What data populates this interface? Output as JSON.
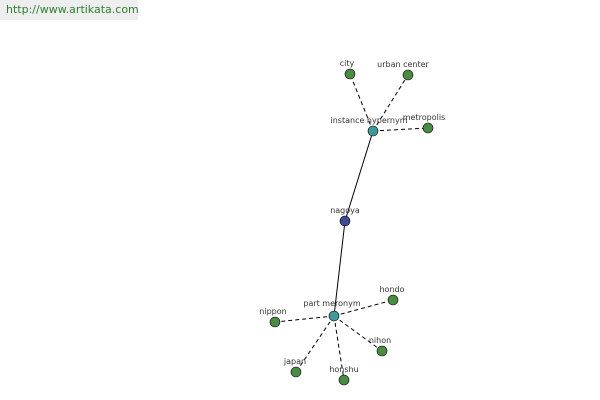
{
  "header": {
    "url": "http://www.artikata.com"
  },
  "graph": {
    "colors": {
      "center": "#3f4b93",
      "hub": "#3f9a9a",
      "leaf": "#4a8c44"
    },
    "nodes": [
      {
        "id": "nagoya",
        "label": "nagoya",
        "kind": "center"
      },
      {
        "id": "instance-hypernym",
        "label": "instance hypernym",
        "kind": "hub"
      },
      {
        "id": "part-meronym",
        "label": "part meronym",
        "kind": "hub"
      },
      {
        "id": "city",
        "label": "city",
        "kind": "leaf"
      },
      {
        "id": "urban-center",
        "label": "urban center",
        "kind": "leaf"
      },
      {
        "id": "metropolis",
        "label": "metropolis",
        "kind": "leaf"
      },
      {
        "id": "hondo",
        "label": "hondo",
        "kind": "leaf"
      },
      {
        "id": "nippon",
        "label": "nippon",
        "kind": "leaf"
      },
      {
        "id": "nihon",
        "label": "nihon",
        "kind": "leaf"
      },
      {
        "id": "japan",
        "label": "japan",
        "kind": "leaf"
      },
      {
        "id": "honshu",
        "label": "honshu",
        "kind": "leaf"
      }
    ],
    "edges": [
      {
        "from": "nagoya",
        "to": "instance-hypernym",
        "style": "solid"
      },
      {
        "from": "nagoya",
        "to": "part-meronym",
        "style": "solid"
      },
      {
        "from": "instance-hypernym",
        "to": "city",
        "style": "dashed"
      },
      {
        "from": "instance-hypernym",
        "to": "urban-center",
        "style": "dashed"
      },
      {
        "from": "instance-hypernym",
        "to": "metropolis",
        "style": "dashed"
      },
      {
        "from": "part-meronym",
        "to": "hondo",
        "style": "dashed"
      },
      {
        "from": "part-meronym",
        "to": "nippon",
        "style": "dashed"
      },
      {
        "from": "part-meronym",
        "to": "nihon",
        "style": "dashed"
      },
      {
        "from": "part-meronym",
        "to": "japan",
        "style": "dashed"
      },
      {
        "from": "part-meronym",
        "to": "honshu",
        "style": "dashed"
      }
    ]
  }
}
